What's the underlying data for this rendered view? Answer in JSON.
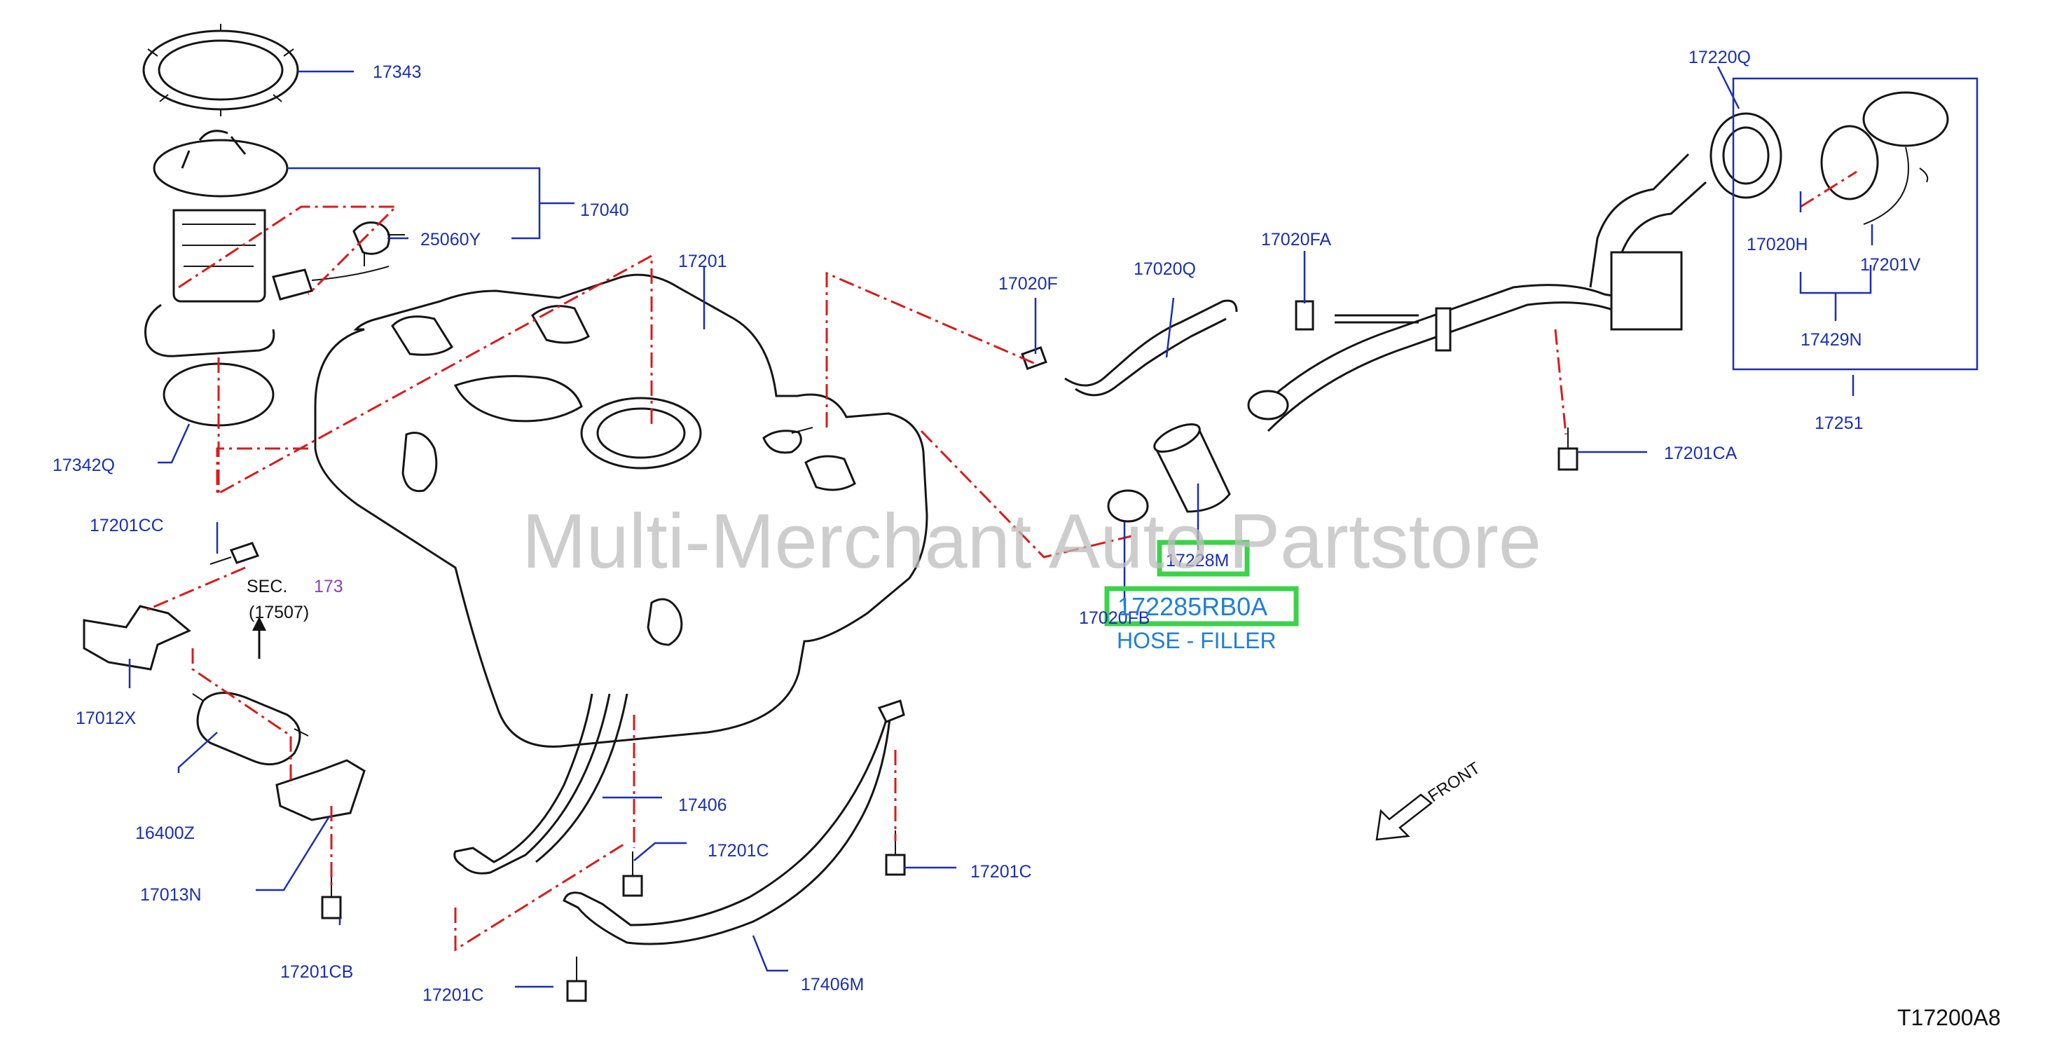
{
  "labels": {
    "l17343": "17343",
    "l17040": "17040",
    "l25060Y": "25060Y",
    "l17201": "17201",
    "l17342Q": "17342Q",
    "l17201CC": "17201CC",
    "sec": "SEC.",
    "sec_num": "173",
    "sec_ref": "(17507)",
    "l17012X": "17012X",
    "l16400Z": "16400Z",
    "l17013N": "17013N",
    "l17201CB": "17201CB",
    "l17406": "17406",
    "l17201C_a": "17201C",
    "l17201C_b": "17201C",
    "l17201C_c": "17201C",
    "l17406M": "17406M",
    "l17020F": "17020F",
    "l17020Q": "17020Q",
    "l17020FA": "17020FA",
    "l17228M": "17228M",
    "l17020FB": "17020FB",
    "l17220Q": "17220Q",
    "l17020H": "17020H",
    "l17201V": "17201V",
    "l17429N": "17429N",
    "l17251": "17251",
    "l17201CA": "17201CA"
  },
  "highlight": {
    "part_number": "172285RB0A",
    "description": "HOSE - FILLER"
  },
  "front_label": "FRONT",
  "diagram_code": "T17200A8",
  "watermark": "Multi-Merchant Auto Partstore",
  "colors": {
    "label": "#1a2fb0",
    "phantom_line": "#d81b1b",
    "highlight_box": "#3ad34a",
    "highlight_text": "#1f7fd6",
    "section_number": "#8a3fc9"
  }
}
